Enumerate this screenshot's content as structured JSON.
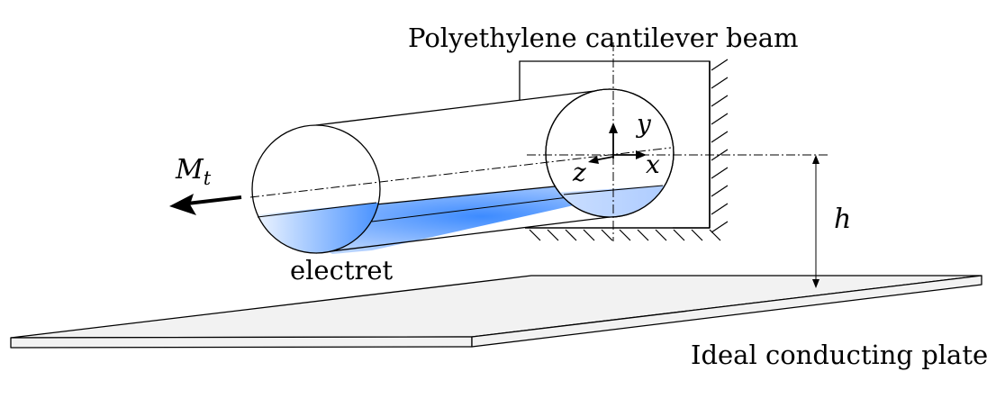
{
  "labels": {
    "beam": "Polyethylene cantilever beam",
    "electret": "electret",
    "plate": "Ideal conducting plate",
    "moment_base": "M",
    "moment_sub": "t",
    "height": "h",
    "axis_x": "x",
    "axis_y": "y",
    "axis_z": "z"
  },
  "colors": {
    "electret_light": "#ffffff",
    "electret_dark": "#3d8bff",
    "plate_fill": "#f2f2f2",
    "stroke": "#000000"
  }
}
